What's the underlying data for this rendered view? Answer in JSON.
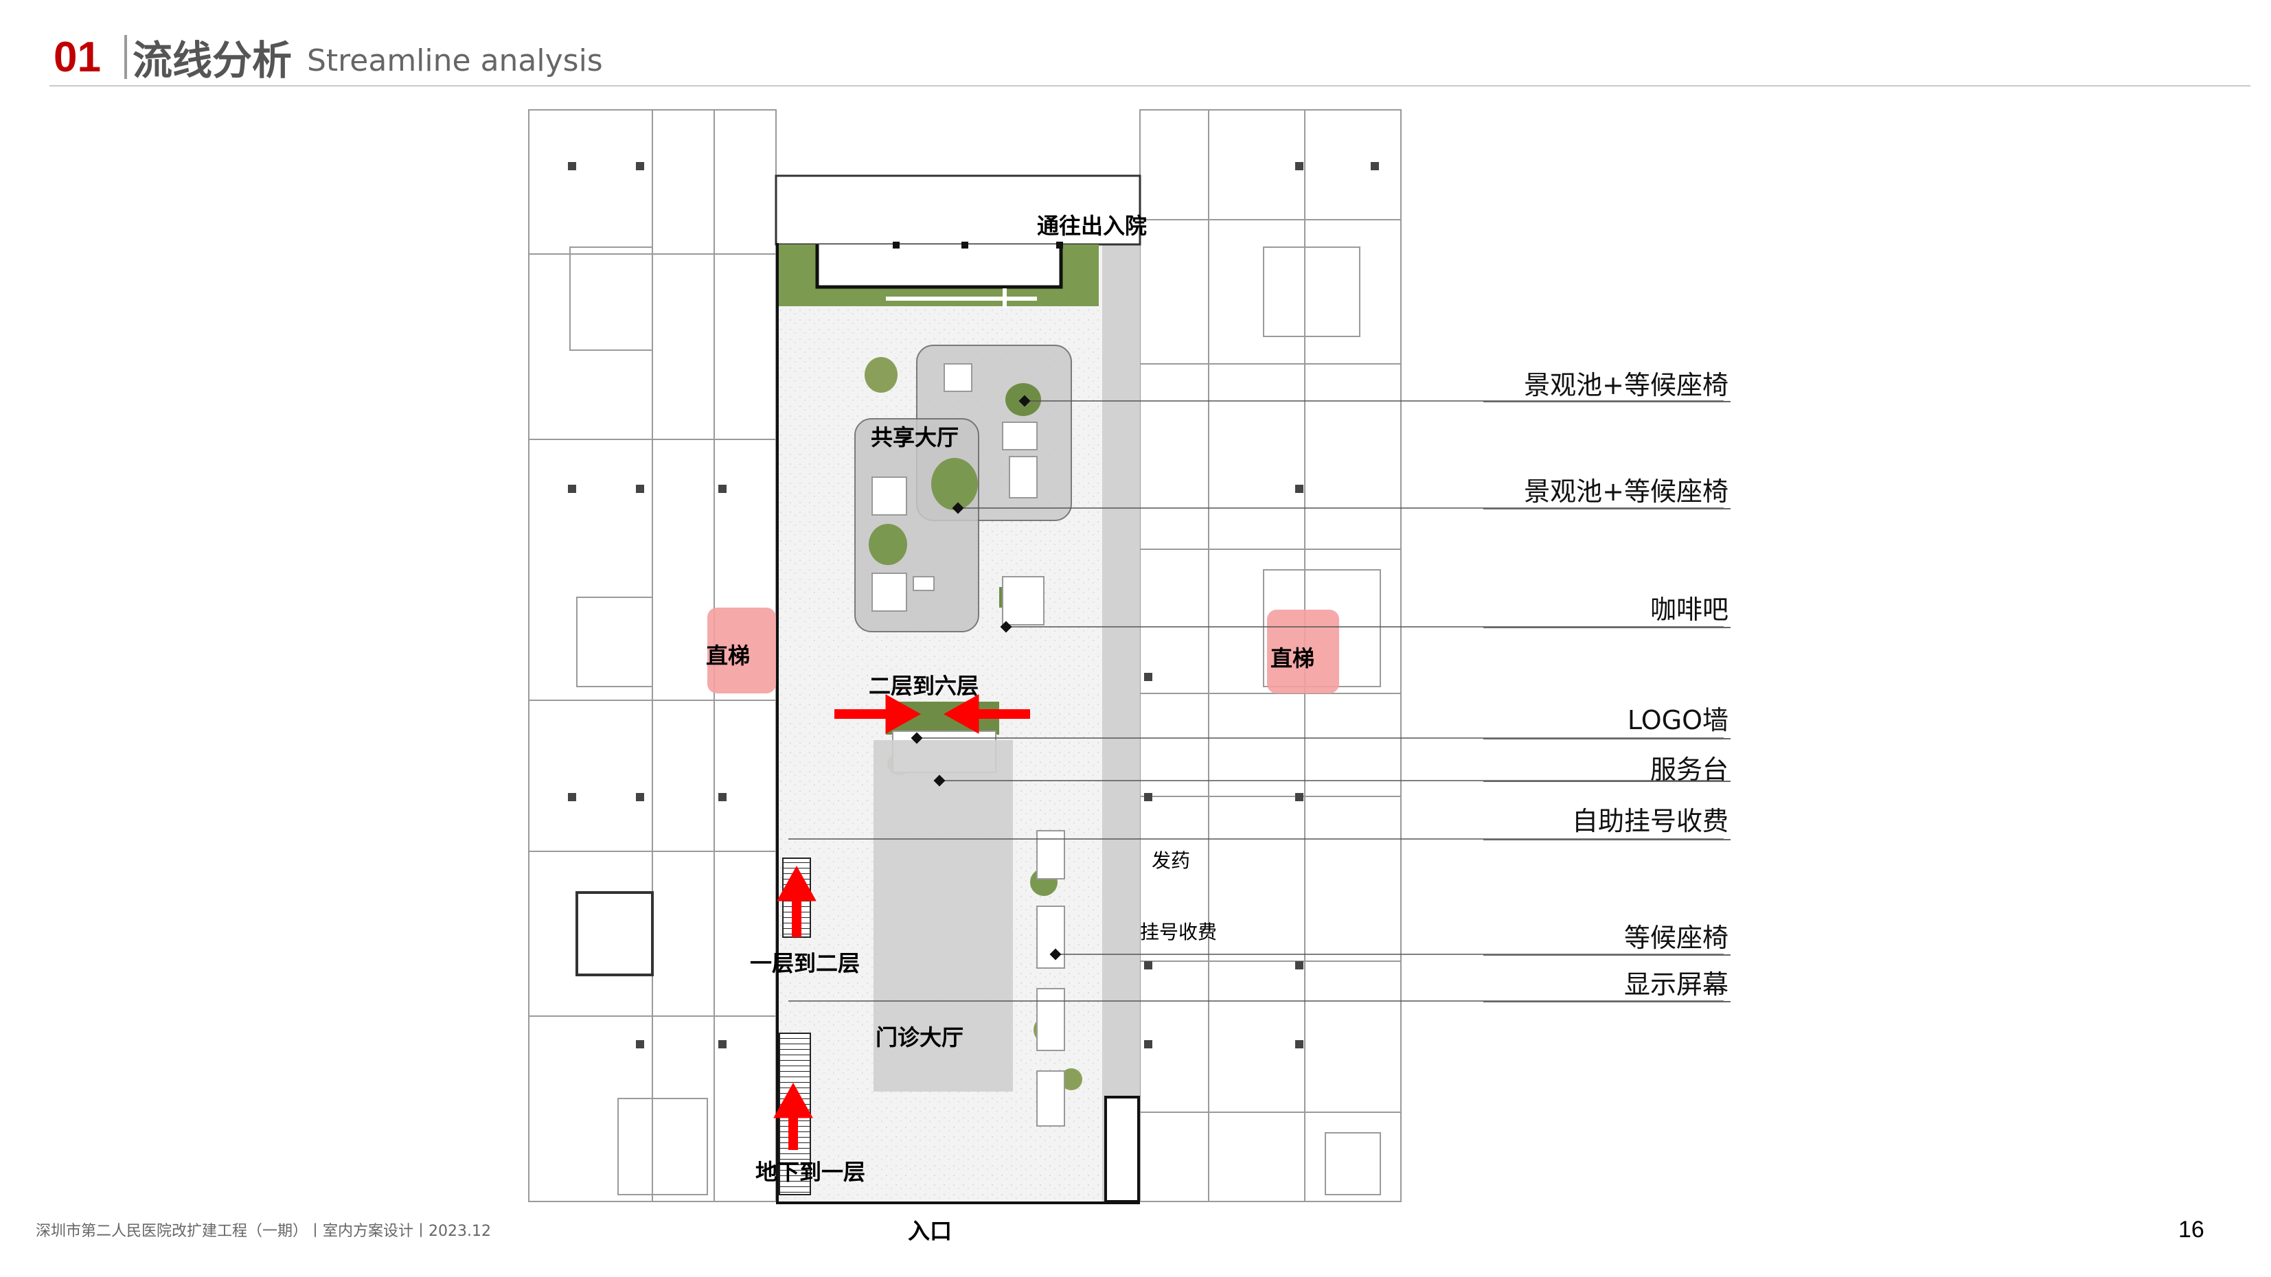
{
  "header": {
    "number": "01",
    "title_cn": "流线分析",
    "title_en": "Streamline analysis",
    "accent_color": "#c00000"
  },
  "plan_labels": {
    "to_inpatient": "通往出入院",
    "shared_hall": "共享大厅",
    "elevator_left": "直梯",
    "elevator_right": "直梯",
    "floor_2_to_6": "二层到六层",
    "dispensary": "发药",
    "registration": "挂号收费",
    "floor_1_to_2": "一层到二层",
    "outpatient_hall": "门诊大厅",
    "basement_to_1": "地下到一层",
    "entrance": "入口"
  },
  "annotations": [
    "景观池+等候座椅",
    "景观池+等候座椅",
    "咖啡吧",
    "LOGO墙",
    "服务台",
    "自助挂号收费",
    "等候座椅",
    "显示屏幕"
  ],
  "colors": {
    "arrow": "#ff0000",
    "elevator_highlight": "#f4a0a0",
    "green_band": "#7c9a50",
    "floor": "#f2f2f2"
  },
  "footer": {
    "project": "深圳市第二人民医院改扩建工程（一期）丨室内方案设计丨2023.12",
    "page": "16"
  }
}
